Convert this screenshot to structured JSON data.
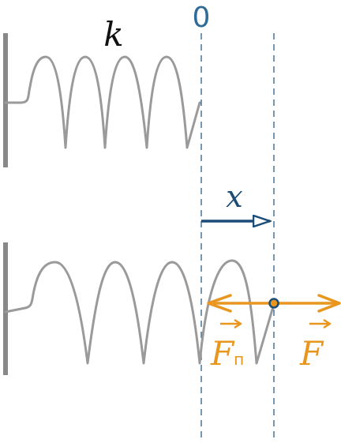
{
  "labels": {
    "spring_constant": "k",
    "origin": "0",
    "displacement": "x",
    "restoring_force_symbol": "F",
    "restoring_force_subscript": "п",
    "applied_force": "F"
  },
  "colors": {
    "spring": "#9a9a9a",
    "wall": "#888888",
    "guide_lines": "#2e5f86",
    "origin_label": "#2e6b96",
    "displacement_arrow": "#1c4c78",
    "force": "#e8961e",
    "text_black": "#111111"
  }
}
